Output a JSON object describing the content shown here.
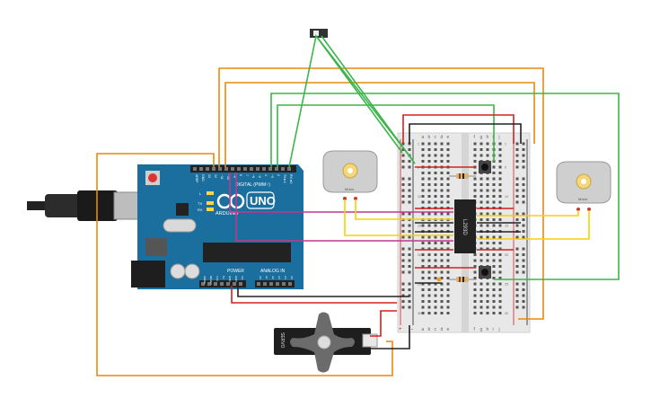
{
  "arduino": {
    "logo_text": "ARDUINO",
    "model": "UNO",
    "header_digital": "DIGITAL (PWM~)",
    "header_power": "POWER",
    "header_analog": "ANALOG IN",
    "brand_color": "#1b6f9e",
    "led_labels": [
      "L",
      "TX",
      "RX"
    ],
    "top_pin_labels": [
      "AREF",
      "GND",
      "13",
      "12",
      "~11",
      "~10",
      "~9",
      "8",
      "7",
      "~6",
      "~5",
      "4",
      "~3",
      "2",
      "TX►1",
      "RX◄0"
    ],
    "power_pin_labels": [
      "IOREF",
      "RESET",
      "3.3V",
      "5V",
      "GND",
      "GND",
      "Vin"
    ],
    "analog_pin_labels": [
      "A0",
      "A1",
      "A2",
      "A3",
      "A4",
      "A5"
    ]
  },
  "breadboard": {
    "col_letters_left": [
      "a",
      "b",
      "c",
      "d",
      "e"
    ],
    "col_letters_right": [
      "f",
      "g",
      "h",
      "i",
      "j"
    ],
    "row_numbers": [
      "1",
      "5",
      "10",
      "15",
      "20",
      "25",
      "30"
    ],
    "rail_plus": "+",
    "rail_minus": "-"
  },
  "chip": {
    "label": "L293D"
  },
  "motors": [
    {
      "label": "Motor"
    },
    {
      "label": "Motor"
    }
  ],
  "servo": {
    "label": "SERVO"
  },
  "wire_colors": {
    "orange": "#e8880f",
    "green": "#3cb54a",
    "red": "#d42020",
    "black": "#222222",
    "magenta": "#c2378f",
    "yellow": "#f5d000"
  }
}
